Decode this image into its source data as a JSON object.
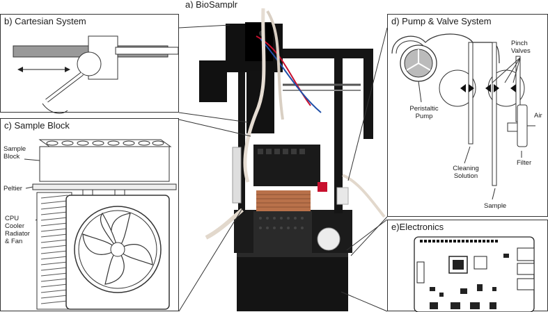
{
  "main_title": "a) BioSamplr",
  "panels": {
    "cartesian": {
      "title": "b) Cartesian System"
    },
    "sample_block": {
      "title": "c) Sample Block",
      "labels": {
        "sample_block": "Sample Block",
        "peltier": "Peltier",
        "cpu_cooler": "CPU Cooler Radiator & Fan"
      }
    },
    "pump_valve": {
      "title": "d) Pump & Valve System",
      "labels": {
        "peristaltic_pump": "Peristaltic Pump",
        "pinch_valves": "Pinch Valves",
        "air": "Air",
        "filter": "Filter",
        "cleaning_solution": "Cleaning Solution",
        "sample": "Sample"
      }
    },
    "electronics": {
      "title": "e)Electronics"
    }
  },
  "colors": {
    "panel_border": "#333333",
    "printer_frame": "#151515",
    "tubing": "#e6ddd3",
    "heatsink_copper": "#b9714a",
    "red_wire": "#c8102e",
    "blue_wire": "#1f4fa8"
  }
}
